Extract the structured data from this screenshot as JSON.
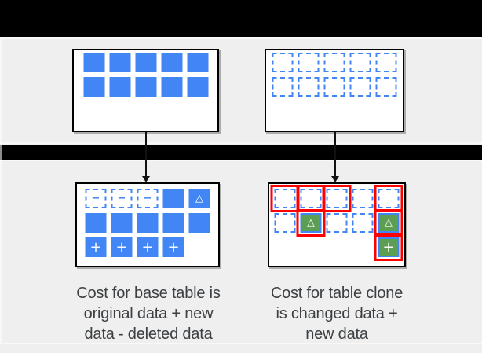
{
  "colors": {
    "background": "#EFEFEF",
    "bar": "#000000",
    "blue": "#4285F4",
    "green": "#5C9E53",
    "red": "#FF0000",
    "text": "#3C4043",
    "panel_bg": "#FFFFFF",
    "panel_border": "#000000"
  },
  "icons": {
    "minus": "−",
    "plus": "+",
    "delta": "△"
  },
  "panels": {
    "base_table_original": {
      "grid": [
        [
          "solid",
          "solid",
          "solid",
          "solid",
          "solid"
        ],
        [
          "solid",
          "solid",
          "solid",
          "solid",
          "solid"
        ]
      ]
    },
    "table_clone_original": {
      "grid": [
        [
          "dashed",
          "dashed",
          "dashed",
          "dashed",
          "dashed"
        ],
        [
          "dashed",
          "dashed",
          "dashed",
          "dashed",
          "dashed"
        ]
      ]
    },
    "base_table_current": {
      "grid": [
        [
          "minus",
          "minus",
          "minus",
          "solid",
          "delta-blue"
        ],
        [
          "solid",
          "solid",
          "solid",
          "solid",
          "solid"
        ],
        [
          "plus-blue",
          "plus-blue",
          "plus-blue",
          "plus-blue",
          "empty"
        ]
      ]
    },
    "table_clone_current": {
      "grid": [
        [
          "dashed-red",
          "dashed-red",
          "dashed-red",
          "dashed",
          "dashed-red"
        ],
        [
          "dashed",
          "delta-green-red",
          "dashed",
          "dashed",
          "delta-green-red"
        ],
        [
          "empty",
          "empty",
          "empty",
          "empty",
          "plus-green-red"
        ]
      ]
    }
  },
  "captions": {
    "base_table": {
      "lines": [
        "Cost for base table is",
        "original data + new",
        "data - deleted data"
      ]
    },
    "table_clone": {
      "lines": [
        "Cost for table clone",
        "is changed data +",
        "new data"
      ]
    }
  }
}
